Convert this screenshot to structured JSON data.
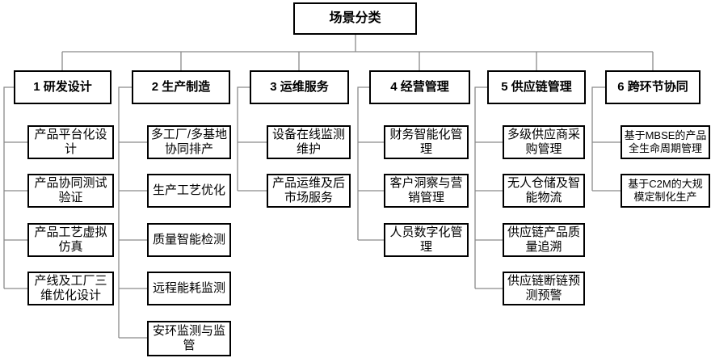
{
  "root": {
    "label": "场景分类"
  },
  "colors": {
    "box_border": "#000000",
    "connector": "#8a8a8a",
    "background": "#ffffff"
  },
  "columns": [
    {
      "title": "1 研发设计",
      "children": [
        "产品平台化设\n计",
        "产品协同测试\n验证",
        "产品工艺虚拟\n仿真",
        "产线及工厂三\n维优化设计"
      ]
    },
    {
      "title": "2 生产制造",
      "children": [
        "多工厂/多基地\n协同排产",
        "生产工艺优化",
        "质量智能检测",
        "远程能耗监测",
        "安环监测与监\n管"
      ]
    },
    {
      "title": "3 运维服务",
      "children": [
        "设备在线监测\n维护",
        "产品运维及后\n市场服务"
      ]
    },
    {
      "title": "4 经营管理",
      "children": [
        "财务智能化管\n理",
        "客户洞察与营\n销管理",
        "人员数字化管\n理"
      ]
    },
    {
      "title": "5 供应链管理",
      "children": [
        "多级供应商采\n购管理",
        "无人仓储及智\n能物流",
        "供应链产品质\n量追溯",
        "供应链断链预\n测预警"
      ]
    },
    {
      "title": "6 跨环节协同",
      "children": [
        "基于MBSE的产品\n全生命周期管理",
        "基于C2M的大规\n模定制化生产"
      ]
    }
  ]
}
